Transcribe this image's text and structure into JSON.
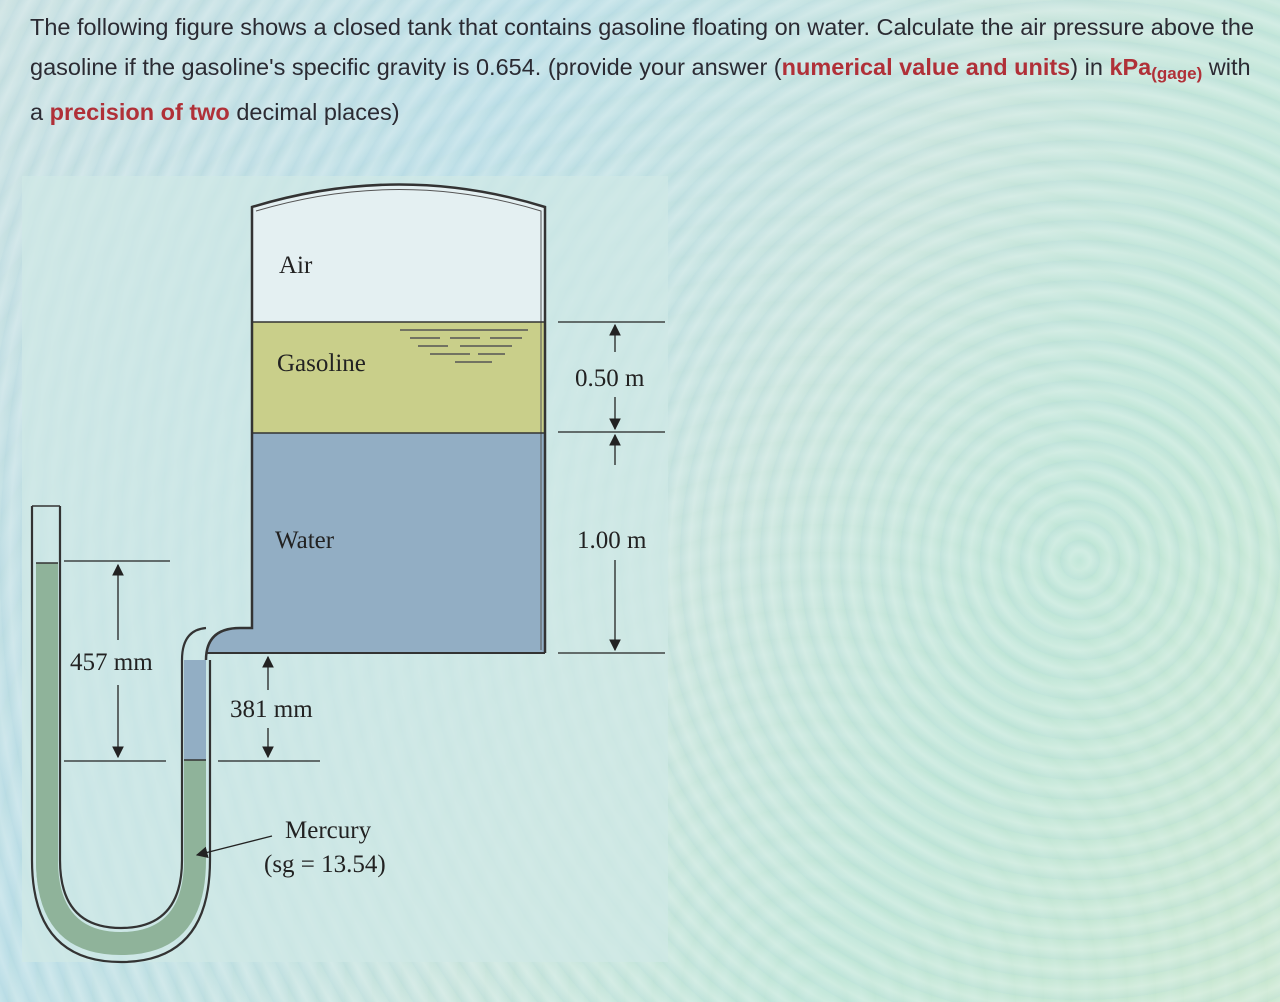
{
  "question": {
    "t1": "The following figure shows a closed tank that contains gasoline floating on water. Calculate the air pressure above the gasoline if the gasoline's specific gravity is 0.654. (provide your answer (",
    "h1": "numerical value and units",
    "t2": ") in ",
    "h2": "kPa",
    "h2sub": "(gage)",
    "t3": " with a ",
    "h3": "precision of two",
    "t4": " decimal places)"
  },
  "figure": {
    "labels": {
      "air": "Air",
      "gasoline": "Gasoline",
      "water": "Water",
      "dim_gasoline": "0.50 m",
      "dim_water": "1.00 m",
      "dim_left": "457 mm",
      "dim_right": "381 mm",
      "mercury": "Mercury",
      "mercury_sg": "(sg = 13.54)"
    },
    "colors": {
      "air": "#e4f0f2",
      "gasoline": "#c9cf8a",
      "water": "#92aec4",
      "mercury": "#8fb39a",
      "panel": "#cde7e5"
    }
  }
}
